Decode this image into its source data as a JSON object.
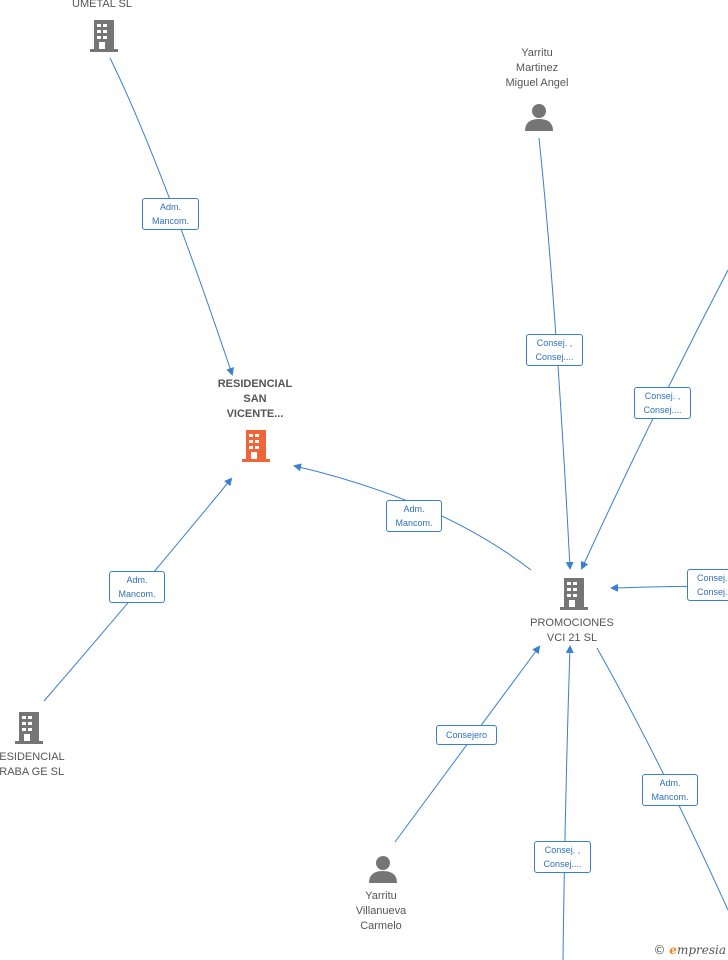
{
  "colors": {
    "edge": "#3a7fd1",
    "company_icon": "#757575",
    "focus_icon": "#f0643a",
    "person_icon": "#757575"
  },
  "nodes": {
    "umetal": {
      "label": "UMETAL  SL",
      "icon": "building-icon"
    },
    "yarritu_miguel": {
      "label": "Yarritu\nMartinez\nMiguel Angel",
      "icon": "person-icon"
    },
    "residencial_san_vicente": {
      "label": "RESIDENCIAL\nSAN\nVICENTE...",
      "icon": "building-icon"
    },
    "promociones_vci21": {
      "label": "PROMOCIONES\nVCI 21  SL",
      "icon": "building-icon"
    },
    "residencial_araba": {
      "label": "RESIDENCIAL\nARABA GE  SL",
      "icon": "building-icon"
    },
    "yarritu_carmelo": {
      "label": "Yarritu\nVillanueva\nCarmelo",
      "icon": "person-icon"
    }
  },
  "edges": {
    "e1": "Adm.\nMancom.",
    "e2": "Consej. ,\nConsej....",
    "e3": "Consej. ,\nConsej....",
    "e4": "Adm.\nMancom.",
    "e5": "Adm.\nMancom.",
    "e6": "Consej. ,\nConsej....",
    "e7": "Consejero",
    "e8": "Consej. ,\nConsej....",
    "e9": "Adm.\nMancom."
  },
  "brand": {
    "copyright": "©",
    "initial": "e",
    "name": "mpresia"
  }
}
